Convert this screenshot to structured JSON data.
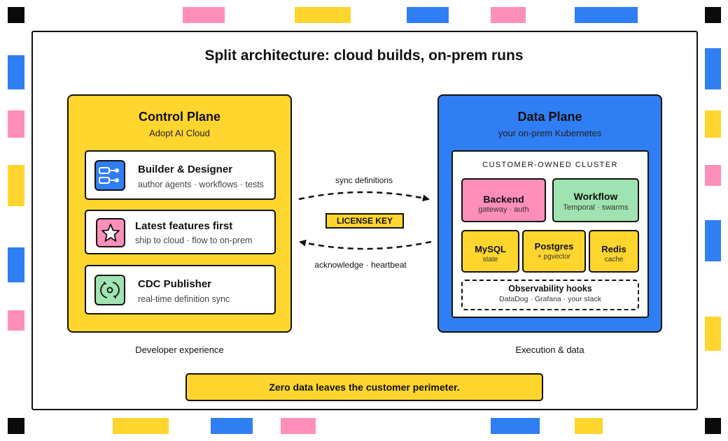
{
  "title": "Split architecture: cloud builds, on-prem runs",
  "colors": {
    "yellow": "#ffd52e",
    "blue": "#307ef3",
    "pink": "#ff8fb8",
    "green": "#9fe3b0",
    "black": "#0b0b0b"
  },
  "control_plane": {
    "title": "Control Plane",
    "subtitle": "Adopt AI Cloud",
    "caption": "Developer experience",
    "cards": [
      {
        "icon": "workflow-nodes-icon",
        "title": "Builder & Designer",
        "subtitle": "author agents · workflows · tests"
      },
      {
        "icon": "star-icon",
        "title": "Latest features first",
        "subtitle": "ship to cloud · flow to on-prem"
      },
      {
        "icon": "sync-icon",
        "title": "CDC Publisher",
        "subtitle": "real-time definition sync"
      }
    ]
  },
  "data_plane": {
    "title": "Data Plane",
    "subtitle": "your on-prem Kubernetes",
    "caption": "Execution & data",
    "cluster": {
      "label": "CUSTOMER-OWNED CLUSTER",
      "services": [
        {
          "name": "Backend",
          "desc": "gateway · auth"
        },
        {
          "name": "Workflow",
          "desc": "Temporal · swarms"
        },
        {
          "name": "MySQL",
          "desc": "state"
        },
        {
          "name": "Postgres",
          "desc": "+ pgvector"
        },
        {
          "name": "Redis",
          "desc": "cache"
        }
      ],
      "observability": {
        "name": "Observability hooks",
        "desc": "DataDog · Grafana · your stack"
      }
    }
  },
  "connections": {
    "forward_label": "sync definitions",
    "backward_label": "acknowledge · heartbeat",
    "license_label": "LICENSE KEY"
  },
  "banner": "Zero data leaves the customer perimeter."
}
